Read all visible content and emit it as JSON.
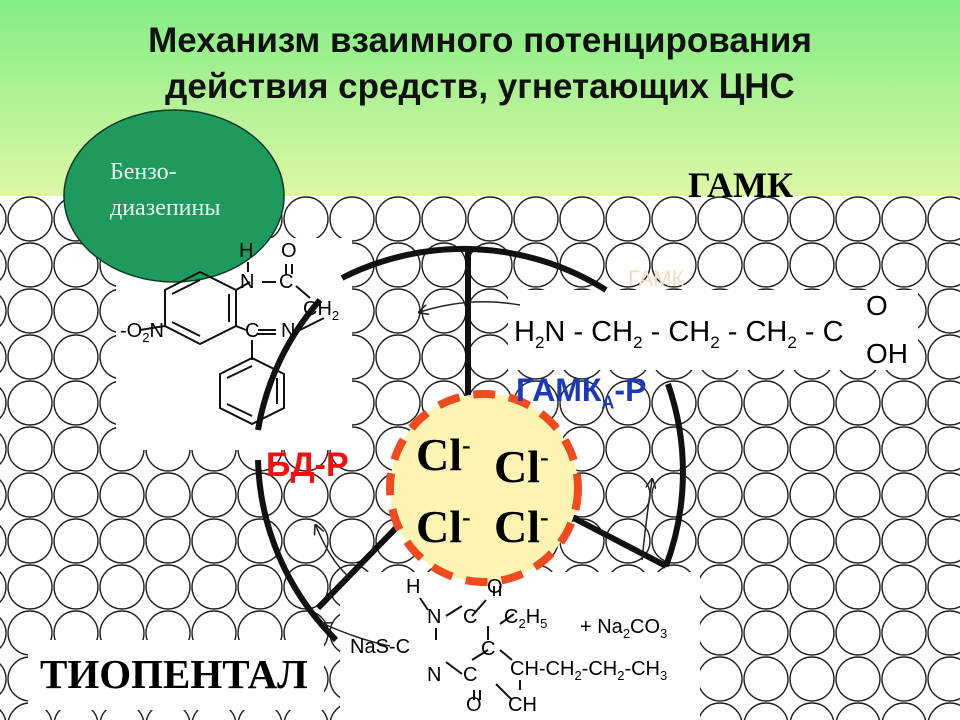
{
  "title": {
    "line1": "Механизм взаимного потенцирования",
    "line2": "действия средств, угнетающих ЦНС"
  },
  "labels": {
    "benzodiazepines_line1": "Бензо-",
    "benzodiazepines_line2": "диазепины",
    "gaba": "ГАМК",
    "gaba_faint": "ГАМК",
    "thiopental": "ТИОПЕНТАЛ",
    "bzd_receptor": "БД-Р",
    "gaba_receptor_main": "ГАМК",
    "gaba_receptor_sub": "А",
    "gaba_receptor_tail": "-Р"
  },
  "chloride_ions": {
    "symbol": "Cl",
    "charge": "-"
  },
  "gaba_formula": {
    "h": "H",
    "h_sub": "2",
    "n": "N",
    "ch2_1": "CH",
    "ch2_1_sub": "2",
    "ch2_2": "CH",
    "ch2_2_sub": "2",
    "ch2_3": "CH",
    "ch2_3_sub": "2",
    "c": "C",
    "o": "O",
    "oh": "OH",
    "dash": "-"
  },
  "nitrazepam": {
    "h": "H",
    "o": "O",
    "n1": "N",
    "c1": "C",
    "ch2": "CH",
    "ch2_sub": "2",
    "c2": "C",
    "n2": "N",
    "no2": "O",
    "no2_sub": "2",
    "no2_n": "N"
  },
  "thiopental_formula": {
    "h": "H",
    "o_top": "O",
    "n_top": "N",
    "nas": "NaS-C",
    "c_mid": "C",
    "c2h5": "C",
    "c2h5_sub": "2",
    "c2h5_h": "H",
    "c2h5_h_sub": "5",
    "c_lower": "C",
    "n_bottom": "N",
    "c_bottom": "C",
    "chain": "CH-CH",
    "chain_sub1": "2",
    "chain_mid": "-CH",
    "chain_sub2": "2",
    "chain_end": "-CH",
    "chain_sub3": "3",
    "o_bottom": "O",
    "ch": "CH",
    "na2co3": "+ Na",
    "na2co3_sub": "2",
    "na2co3_tail": "CO",
    "na2co3_sub2": "3"
  },
  "colors": {
    "background_gradient_top": "#83ed83",
    "background_gradient_bottom": "#dff7a8",
    "benzodiazepine_bubble": "#1f9a5f",
    "chloride_circle_fill": "#fdf4b3",
    "chloride_circle_stroke": "#f04a1f",
    "bzd_receptor": "#ee1111",
    "gaba_receptor": "#1a3ab8"
  }
}
